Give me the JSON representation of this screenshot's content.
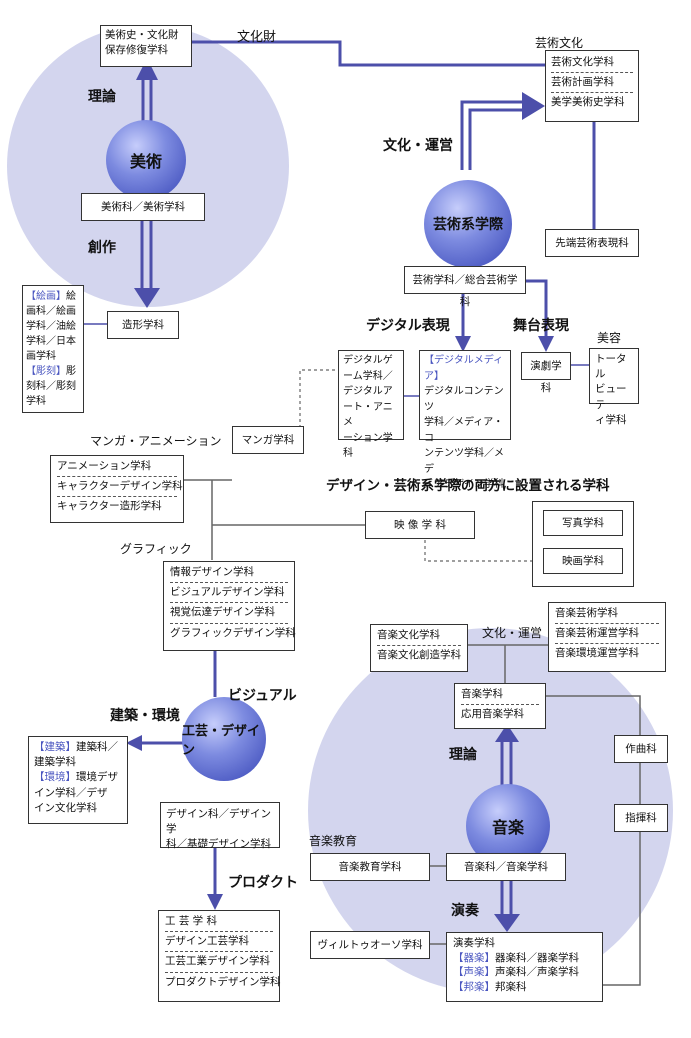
{
  "title": "デザイン・芸術系学際の両方に設置される学科",
  "nodes": {
    "bijutsu": "美術",
    "geijutsu": "芸術系学際",
    "kogei": "工芸・デザイン",
    "ongaku": "音楽"
  },
  "labels": {
    "riron1": "理論",
    "sousaku": "創作",
    "bunkazai": "文化財",
    "geijutsu_bunka": "芸術文化",
    "bunka_unei1": "文化・運営",
    "digital": "デジタル表現",
    "butai": "舞台表現",
    "biyou": "美容",
    "manga_anime": "マンガ・アニメーション",
    "graphic": "グラフィック",
    "visual": "ビジュアル",
    "kenchiku": "建築・環境",
    "product": "プロダクト",
    "bunka_unei2": "文化・運営",
    "riron2": "理論",
    "ongaku_kyouiku": "音楽教育",
    "ensou": "演奏"
  },
  "boxes": {
    "bijutsushi": [
      "美術史・文化財",
      "保存修復学科"
    ],
    "bijutsuka": "美術科／美術学科",
    "zoukei": "造形学科",
    "kaiga": {
      "tag1": "【絵画】",
      "l1": "絵",
      "l2": "画科／絵画",
      "l3": "学科／油絵",
      "l4": "学科／日本",
      "l5": "画学科",
      "tag2": "【彫刻】",
      "l6": "彫",
      "l7": "刻科／彫刻",
      "l8": "学科"
    },
    "geijutsu_bunka": [
      "芸術文化学科",
      "芸術計画学科",
      "美学美術史学科"
    ],
    "sentan": "先端芸術表現科",
    "sougou": "芸術学科／総合芸術学科",
    "digital_game": [
      "デジタルゲ",
      "ーム学科／",
      "デジタルア",
      "ート・アニメ",
      "ーション学科"
    ],
    "digital_media": {
      "tag": "【デジタルメディア】",
      "lines": [
        "デジタルコンテンツ",
        "学科／メディア・コ",
        "ンテンツ学科／メデ",
        "ィアデザイン学科"
      ]
    },
    "engeki": "演劇学科",
    "total": [
      "トータル",
      "ビューテ",
      "ィ学科"
    ],
    "manga": "マンガ学科",
    "anime": [
      "アニメーション学科",
      "キャラクターデザイン学科",
      "キャラクター造形学科"
    ],
    "eizou": "映 像 学 科",
    "shashin": "写真学科",
    "eiga": "映画学科",
    "graphic": [
      "情報デザイン学科",
      "ビジュアルデザイン学科",
      "視覚伝達デザイン学科",
      "グラフィックデザイン学科"
    ],
    "kenchiku": {
      "tag1": "【建築】",
      "l1": "建築科／",
      "l2": "建築学科",
      "tag2": "【環境】",
      "l3": "環境デザ",
      "l4": "イン学科／デザ",
      "l5": "イン文化学科"
    },
    "design": [
      "デザイン科／デザイン学",
      "科／基礎デザイン学科"
    ],
    "kougei": [
      "工 芸 学 科",
      "デザイン工芸学科",
      "工芸工業デザイン学科",
      "プロダクトデザイン学科"
    ],
    "ongaku_bunka": [
      "音楽文化学科",
      "音楽文化創造学科"
    ],
    "ongaku_geijutsu": [
      "音楽芸術学科",
      "音楽芸術運営学科",
      "音楽環境運営学科"
    ],
    "ongaku_gaku": [
      "音楽学科",
      "応用音楽学科"
    ],
    "sakkyoku": "作曲科",
    "shiki": "指揮科",
    "ongaku_kyouiku": "音楽教育学科",
    "ongakuka": "音楽科／音楽学科",
    "virtuoso": "ヴィルトゥオーソ学科",
    "ensou": {
      "l0": "演奏学科",
      "tag1": "【器楽】",
      "l1": "器楽科／器楽学科",
      "tag2": "【声楽】",
      "l2": "声楽科／声楽学科",
      "tag3": "【邦楽】",
      "l3": "邦楽科"
    }
  },
  "colors": {
    "accent": "#4a56c0",
    "line": "#4c4faa",
    "circle_bg": "#d3d5ee"
  }
}
